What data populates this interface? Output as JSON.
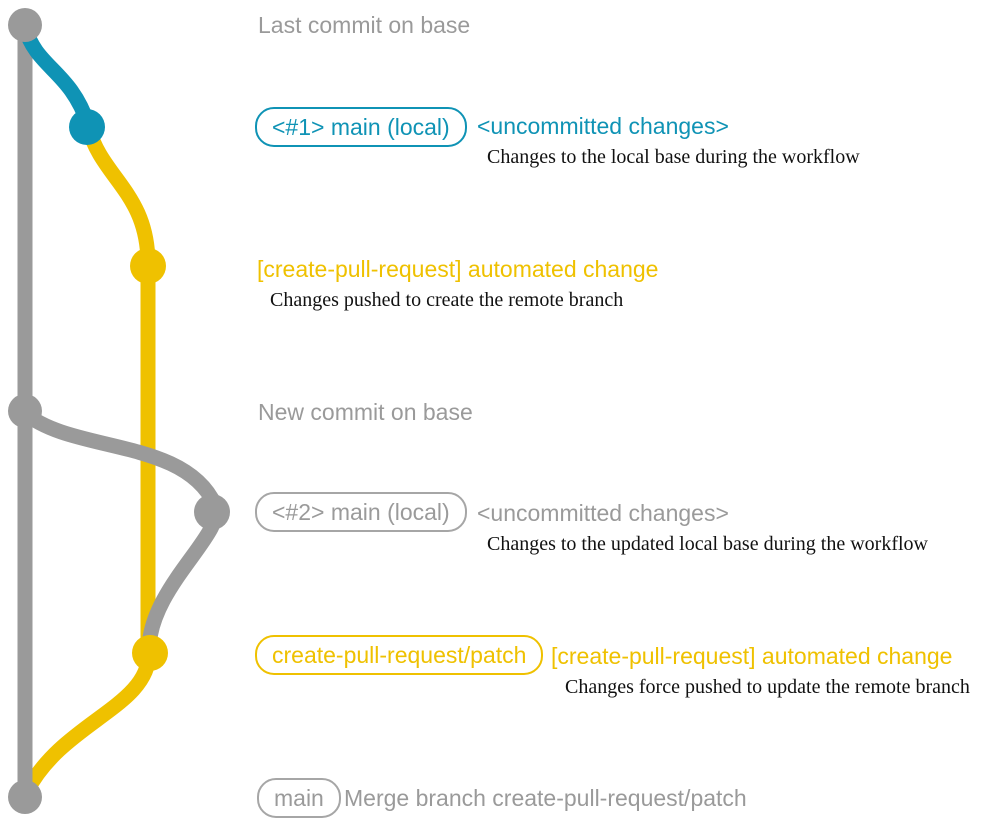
{
  "colors": {
    "gray": "#9A9A9A",
    "blue": "#0F93B5",
    "yellow": "#EFC100",
    "description_text": "#111111",
    "background": "#FFFFFF"
  },
  "diagram": {
    "type": "git-graph",
    "branches": [
      {
        "name": "base",
        "color": "#9A9A9A"
      },
      {
        "name": "main (local)",
        "color_first": "#0F93B5",
        "color_second": "#9A9A9A"
      },
      {
        "name": "create-pull-request/patch",
        "color": "#EFC100"
      }
    ],
    "commits": [
      {
        "id": "base-tip",
        "color": "gray",
        "label": "Last commit on base"
      },
      {
        "id": "local-main-1",
        "color": "blue",
        "label": "<#1> main (local) <uncommitted changes>"
      },
      {
        "id": "automated-1",
        "color": "yellow",
        "label": "[create-pull-request] automated change"
      },
      {
        "id": "base-new",
        "color": "gray",
        "label": "New commit on base"
      },
      {
        "id": "local-main-2",
        "color": "gray",
        "label": "<#2> main (local) <uncommitted changes>"
      },
      {
        "id": "automated-2",
        "color": "yellow",
        "label": "create-pull-request/patch [create-pull-request] automated change"
      },
      {
        "id": "merge",
        "color": "gray",
        "label": "main Merge branch create-pull-request/patch"
      }
    ]
  },
  "rows": {
    "last_commit": {
      "label": "Last commit on base"
    },
    "local_main_1": {
      "tag": "<#1> main (local)",
      "annotation": "<uncommitted changes>",
      "description": "Changes to the local base during the workflow"
    },
    "automated_1": {
      "annotation": "[create-pull-request] automated change",
      "description": "Changes pushed to create the remote branch"
    },
    "new_commit": {
      "label": "New commit on base"
    },
    "local_main_2": {
      "tag": "<#2> main (local)",
      "annotation": "<uncommitted changes>",
      "description": "Changes to the updated local base during the workflow"
    },
    "automated_2": {
      "tag": "create-pull-request/patch",
      "annotation": "[create-pull-request] automated change",
      "description": "Changes force pushed to update the remote branch"
    },
    "merge": {
      "tag": "main",
      "label": "Merge branch create-pull-request/patch"
    }
  }
}
